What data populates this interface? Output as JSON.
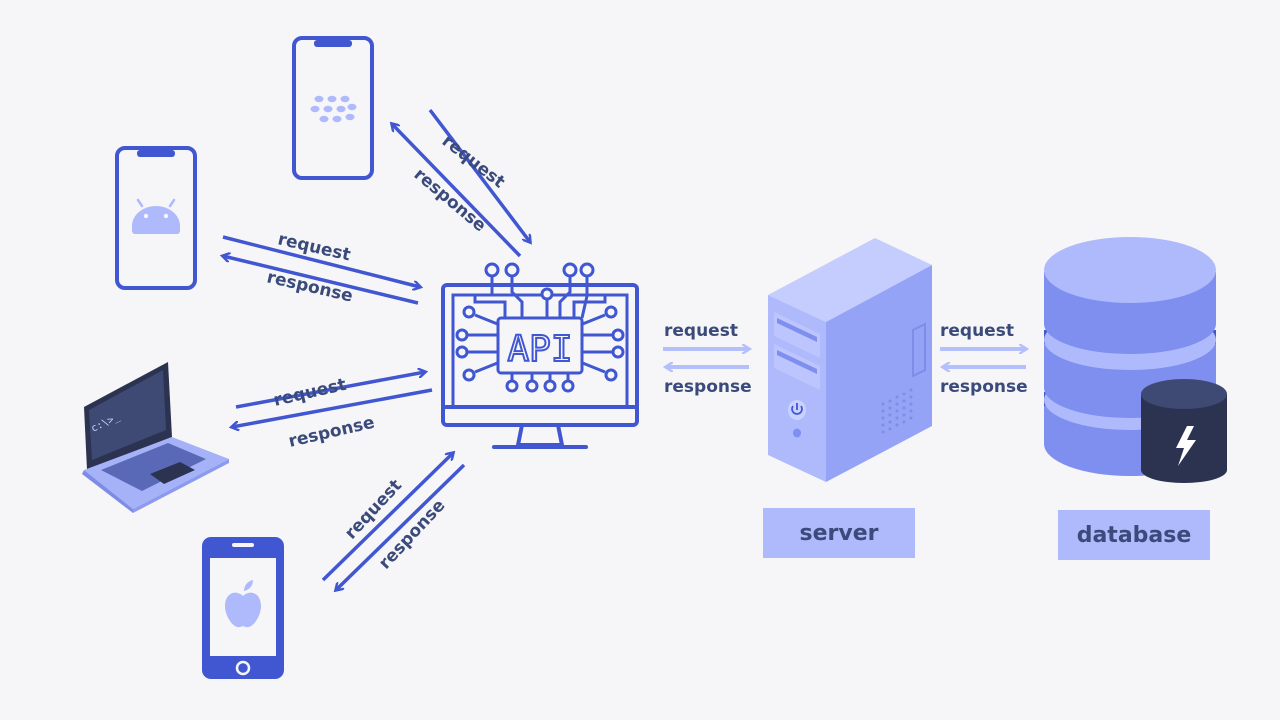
{
  "labels": {
    "request": "request",
    "response": "response",
    "api": "API",
    "terminal_prompt": "c:\\>_",
    "server": "server",
    "database": "database"
  },
  "colors": {
    "background": "#f6f6f8",
    "primary_blue": "#4157d1",
    "light_blue": "#aebafc",
    "pale_blue": "#c9d2ff",
    "dark_navy": "#2b3351",
    "text": "#3a4a7a"
  },
  "icons": [
    "blackberry-icon",
    "android-icon",
    "apple-icon",
    "terminal-icon",
    "power-icon",
    "lightning-icon",
    "circuit-icon"
  ]
}
